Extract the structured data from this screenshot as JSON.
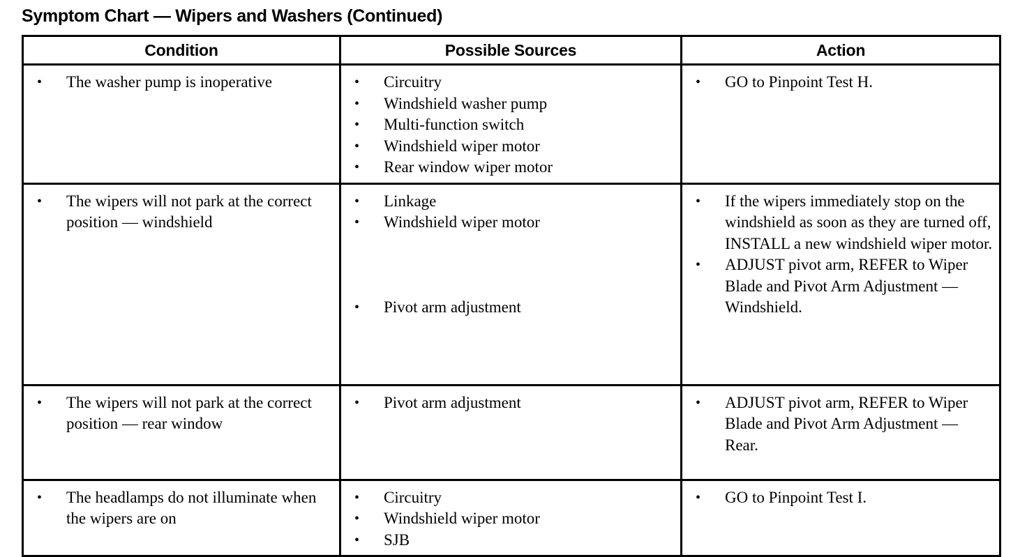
{
  "document": {
    "title": "Symptom Chart — Wipers and Washers (Continued)"
  },
  "table": {
    "headers": {
      "condition": "Condition",
      "sources": "Possible Sources",
      "action": "Action"
    },
    "bullet_glyph": "•",
    "rows": [
      {
        "condition": [
          "The washer pump is inoperative"
        ],
        "sources": [
          "Circuitry",
          "Windshield washer pump",
          "Multi-function switch",
          "Windshield wiper motor",
          "Rear window wiper motor"
        ],
        "action": [
          "GO to Pinpoint Test H."
        ]
      },
      {
        "condition": [
          "The wipers will not park at the correct position — windshield"
        ],
        "sources": [
          "Linkage",
          "Windshield wiper motor",
          "Pivot arm adjustment"
        ],
        "action": [
          "If the wipers immediately stop on the windshield as soon as they are turned off, INSTALL a new windshield wiper motor.",
          "ADJUST pivot arm, REFER to Wiper Blade and Pivot Arm Adjustment — Windshield."
        ]
      },
      {
        "condition": [
          "The wipers will not park at the correct position — rear window"
        ],
        "sources": [
          "Pivot arm adjustment"
        ],
        "action": [
          "ADJUST pivot arm, REFER to Wiper Blade and Pivot Arm Adjustment — Rear."
        ]
      },
      {
        "condition": [
          "The headlamps do not illuminate when the wipers are on"
        ],
        "sources": [
          "Circuitry",
          "Windshield wiper motor",
          "SJB"
        ],
        "action": [
          "GO to Pinpoint Test I."
        ]
      }
    ]
  }
}
